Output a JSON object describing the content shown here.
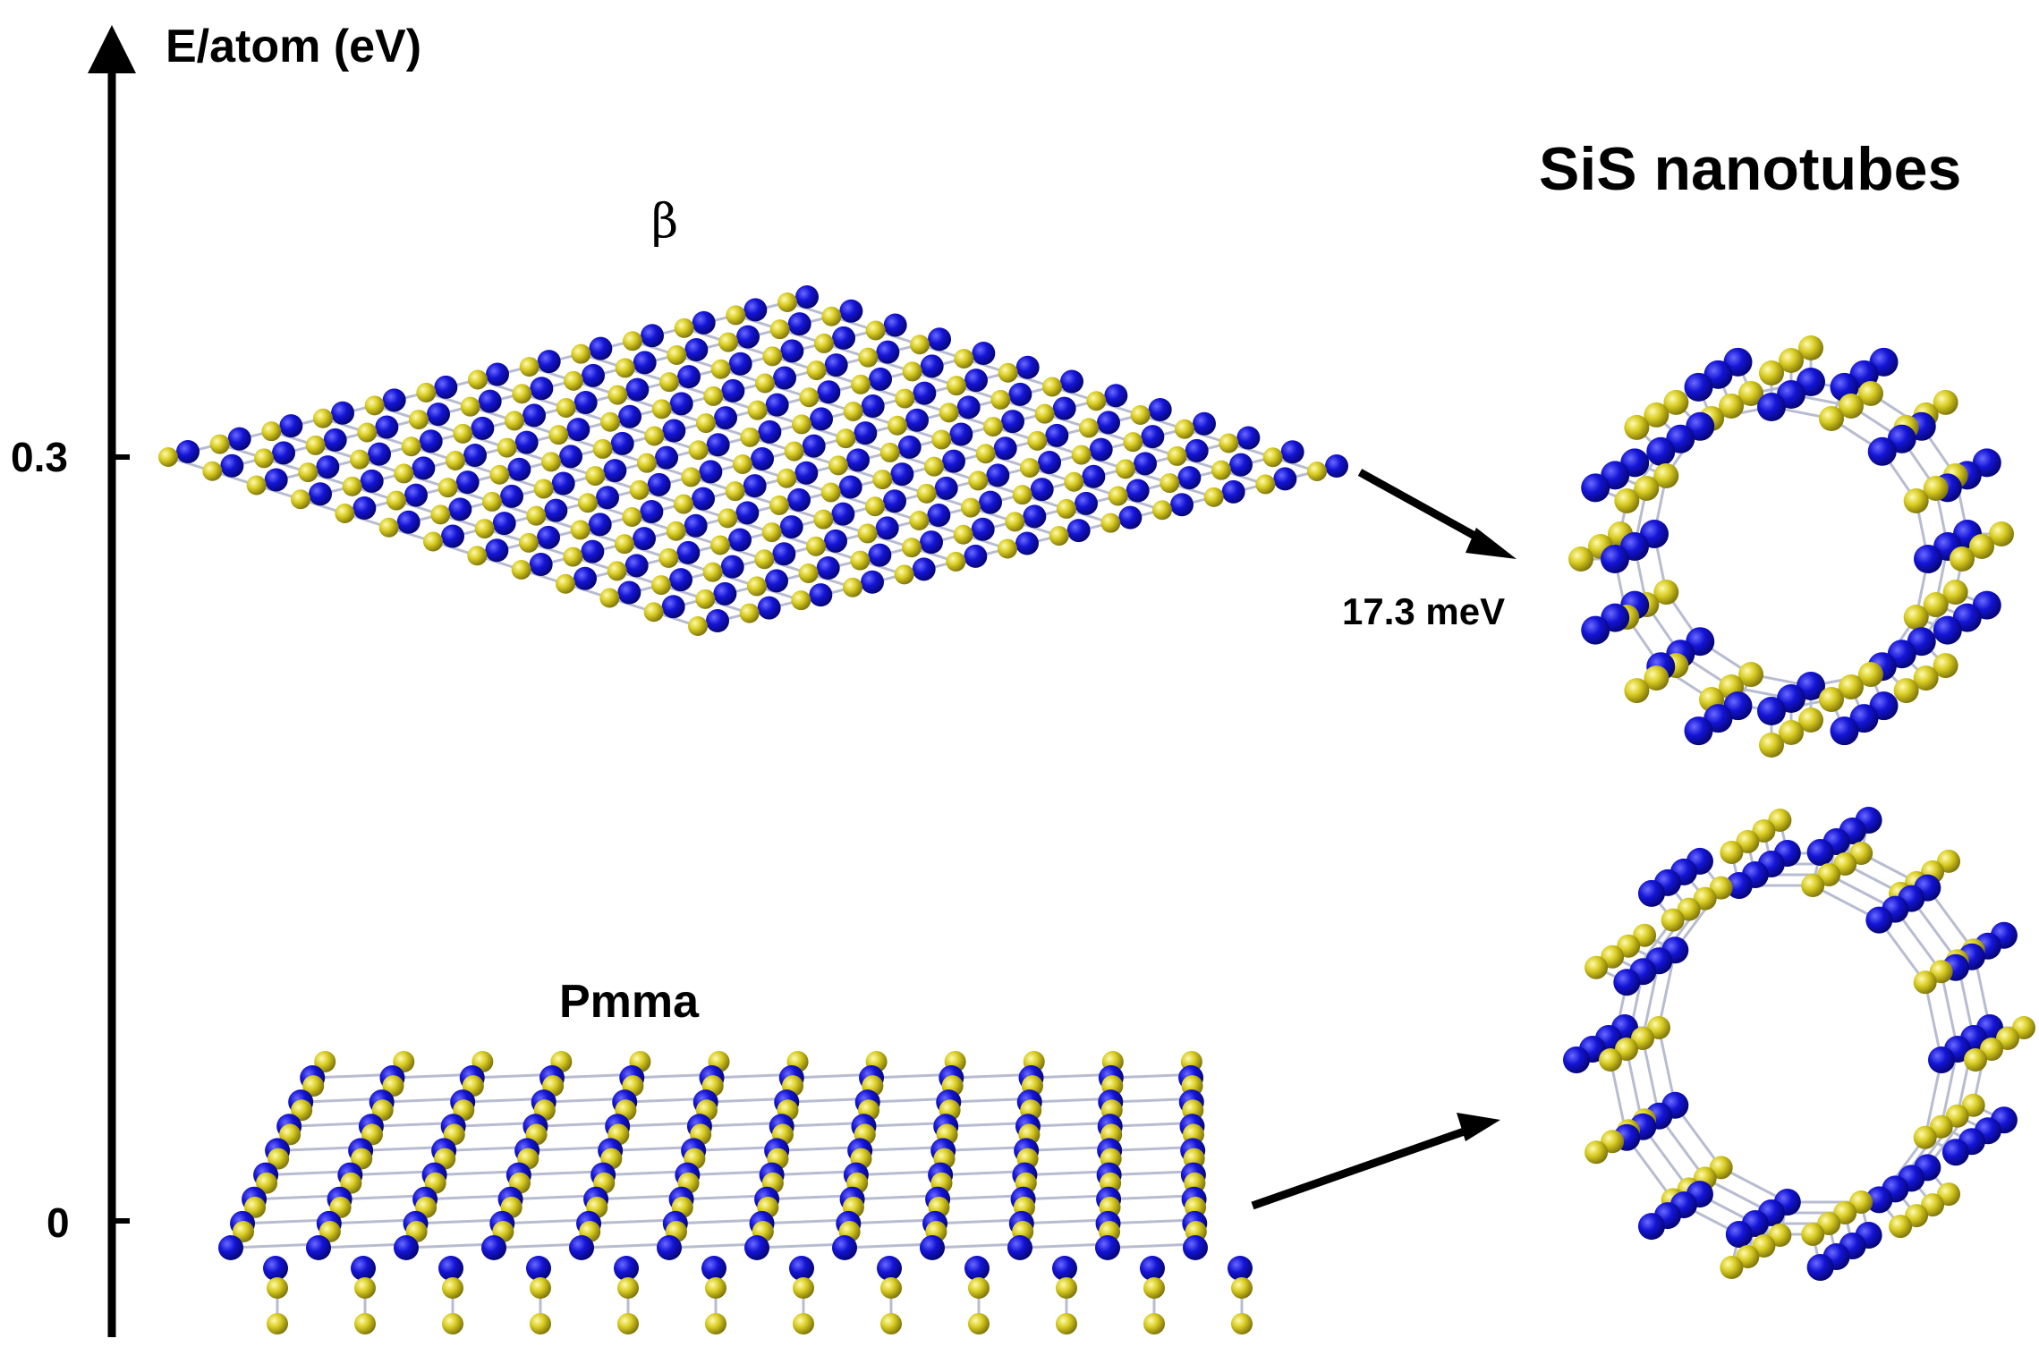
{
  "axis": {
    "title": "E/atom (eV)",
    "ticks": [
      "0.3",
      "0"
    ]
  },
  "title": "SiS nanotubes",
  "structures": {
    "beta": {
      "label": "β"
    },
    "pmma": {
      "label": "Pmma"
    }
  },
  "energy_difference": "17.3 meV",
  "colors": {
    "si": "#1010c8",
    "s": "#d4c81a",
    "bond": "#b8bcd0"
  }
}
